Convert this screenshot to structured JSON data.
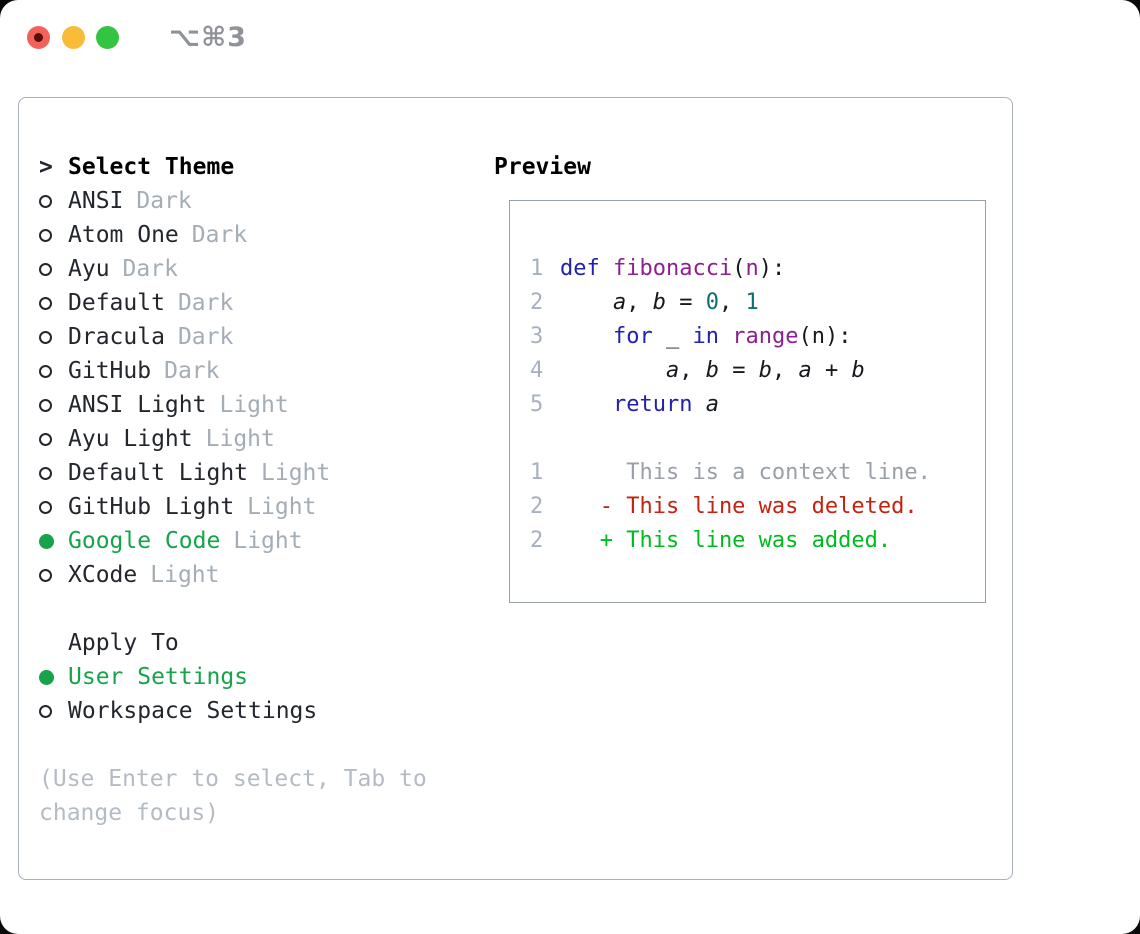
{
  "window": {
    "title": "⌥⌘3",
    "traffic_lights": [
      "close",
      "minimize",
      "zoom"
    ]
  },
  "colors": {
    "light-red": "#f4615b",
    "light-red-dot": "#55100a",
    "light-yellow": "#f8bc38",
    "light-green": "#33c442",
    "title-gray": "#8f9398",
    "panel-border": "#a8b0b9",
    "preview-border": "#98a0a8",
    "ink": "#23272d",
    "tag-gray": "#a4adb6",
    "accent-green": "#16a34a",
    "help-gray": "#b4bbc4",
    "gutter": "#a6b0bf",
    "code-plain": "#15181c",
    "kw": "#2121b0",
    "fn": "#8b2190",
    "num": "#0d6e6e",
    "ctx": "#9aa0a7",
    "del": "#c32310",
    "add": "#00bc1f"
  },
  "theme_picker": {
    "header": {
      "prefix": ">",
      "label": "Select Theme"
    },
    "items": [
      {
        "label": "ANSI",
        "tag": "Dark",
        "selected": false
      },
      {
        "label": "Atom One",
        "tag": "Dark",
        "selected": false
      },
      {
        "label": "Ayu",
        "tag": "Dark",
        "selected": false
      },
      {
        "label": "Default",
        "tag": "Dark",
        "selected": false
      },
      {
        "label": "Dracula",
        "tag": "Dark",
        "selected": false
      },
      {
        "label": "GitHub",
        "tag": "Dark",
        "selected": false
      },
      {
        "label": "ANSI Light",
        "tag": "Light",
        "selected": false
      },
      {
        "label": "Ayu Light",
        "tag": "Light",
        "selected": false
      },
      {
        "label": "Default Light",
        "tag": "Light",
        "selected": false
      },
      {
        "label": "GitHub Light",
        "tag": "Light",
        "selected": false
      },
      {
        "label": "Google Code",
        "tag": "Light",
        "selected": true
      },
      {
        "label": "XCode",
        "tag": "Light",
        "selected": false
      }
    ],
    "apply_to": {
      "label": "Apply To",
      "options": [
        {
          "label": "User Settings",
          "selected": true
        },
        {
          "label": "Workspace Settings",
          "selected": false
        }
      ]
    },
    "help": "(Use Enter to select, Tab to change focus)"
  },
  "preview": {
    "label": "Preview",
    "code_lines": [
      {
        "num": "1",
        "tokens": [
          {
            "c": "kw",
            "t": "def"
          },
          {
            "c": "pl",
            "t": " "
          },
          {
            "c": "fn",
            "t": "fibonacci"
          },
          {
            "c": "pl",
            "t": "("
          },
          {
            "c": "fn",
            "t": "n"
          },
          {
            "c": "pl",
            "t": "):"
          }
        ]
      },
      {
        "num": "2",
        "tokens": [
          {
            "c": "pl",
            "t": "    "
          },
          {
            "c": "var",
            "t": "a"
          },
          {
            "c": "pl",
            "t": ", "
          },
          {
            "c": "var",
            "t": "b"
          },
          {
            "c": "pl",
            "t": " = "
          },
          {
            "c": "num",
            "t": "0"
          },
          {
            "c": "pl",
            "t": ", "
          },
          {
            "c": "num",
            "t": "1"
          }
        ]
      },
      {
        "num": "3",
        "tokens": [
          {
            "c": "pl",
            "t": "    "
          },
          {
            "c": "kw",
            "t": "for"
          },
          {
            "c": "pl",
            "t": " _ "
          },
          {
            "c": "kw",
            "t": "in"
          },
          {
            "c": "pl",
            "t": " "
          },
          {
            "c": "fn",
            "t": "range"
          },
          {
            "c": "pl",
            "t": "(n):"
          }
        ]
      },
      {
        "num": "4",
        "tokens": [
          {
            "c": "pl",
            "t": "        "
          },
          {
            "c": "var",
            "t": "a"
          },
          {
            "c": "pl",
            "t": ", "
          },
          {
            "c": "var",
            "t": "b"
          },
          {
            "c": "pl",
            "t": " = "
          },
          {
            "c": "var",
            "t": "b"
          },
          {
            "c": "pl",
            "t": ", "
          },
          {
            "c": "var",
            "t": "a"
          },
          {
            "c": "pl",
            "t": " + "
          },
          {
            "c": "var",
            "t": "b"
          }
        ]
      },
      {
        "num": "5",
        "tokens": [
          {
            "c": "pl",
            "t": "    "
          },
          {
            "c": "kw",
            "t": "return"
          },
          {
            "c": "pl",
            "t": " "
          },
          {
            "c": "var",
            "t": "a"
          }
        ]
      }
    ],
    "diff_lines": [
      {
        "num": "1",
        "cls": "ctx",
        "text": "     This is a context line."
      },
      {
        "num": "2",
        "cls": "del",
        "text": "   - This line was deleted."
      },
      {
        "num": "2",
        "cls": "add",
        "text": "   + This line was added."
      }
    ]
  }
}
